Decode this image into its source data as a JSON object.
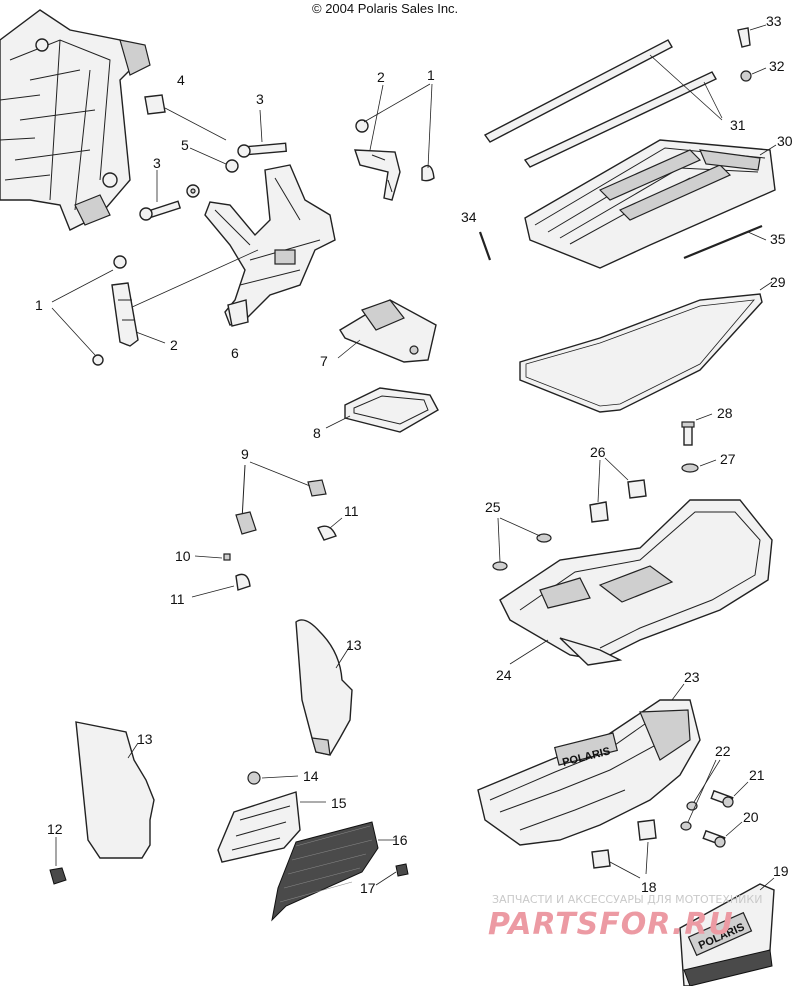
{
  "copyright": "© 2004 Polaris Sales Inc.",
  "watermark": {
    "tagline": "ЗАПЧАСТИ И АКСЕССУАРЫ ДЛЯ МОТОТЕХНИКИ",
    "brand": "PARTSFOR.RU",
    "color": "#e8838f"
  },
  "labels": {
    "l1a": "1",
    "l1b": "1",
    "l2a": "2",
    "l2b": "2",
    "l3a": "3",
    "l3b": "3",
    "l4": "4",
    "l5": "5",
    "l6": "6",
    "l7": "7",
    "l8": "8",
    "l9": "9",
    "l10": "10",
    "l11a": "11",
    "l11b": "11",
    "l12": "12",
    "l13a": "13",
    "l13b": "13",
    "l14": "14",
    "l15": "15",
    "l16": "16",
    "l17": "17",
    "l18": "18",
    "l19": "19",
    "l20": "20",
    "l21": "21",
    "l22": "22",
    "l23": "23",
    "l24": "24",
    "l25": "25",
    "l26": "26",
    "l27": "27",
    "l28": "28",
    "l29": "29",
    "l30": "30",
    "l31": "31",
    "l32": "32",
    "l33": "33",
    "l34": "34",
    "l35": "35"
  },
  "bumper_text": "POLARIS",
  "flap_text": "POLARIS"
}
